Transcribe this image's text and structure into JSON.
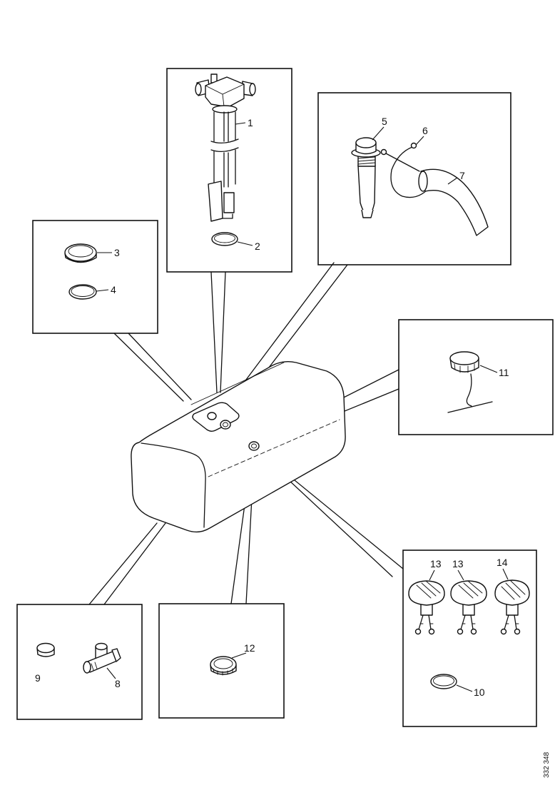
{
  "diagram": {
    "callouts": [
      "1",
      "2",
      "3",
      "4",
      "5",
      "6",
      "7",
      "8",
      "9",
      "10",
      "11",
      "12",
      "13",
      "13",
      "14"
    ],
    "figure_code": "332 348"
  }
}
